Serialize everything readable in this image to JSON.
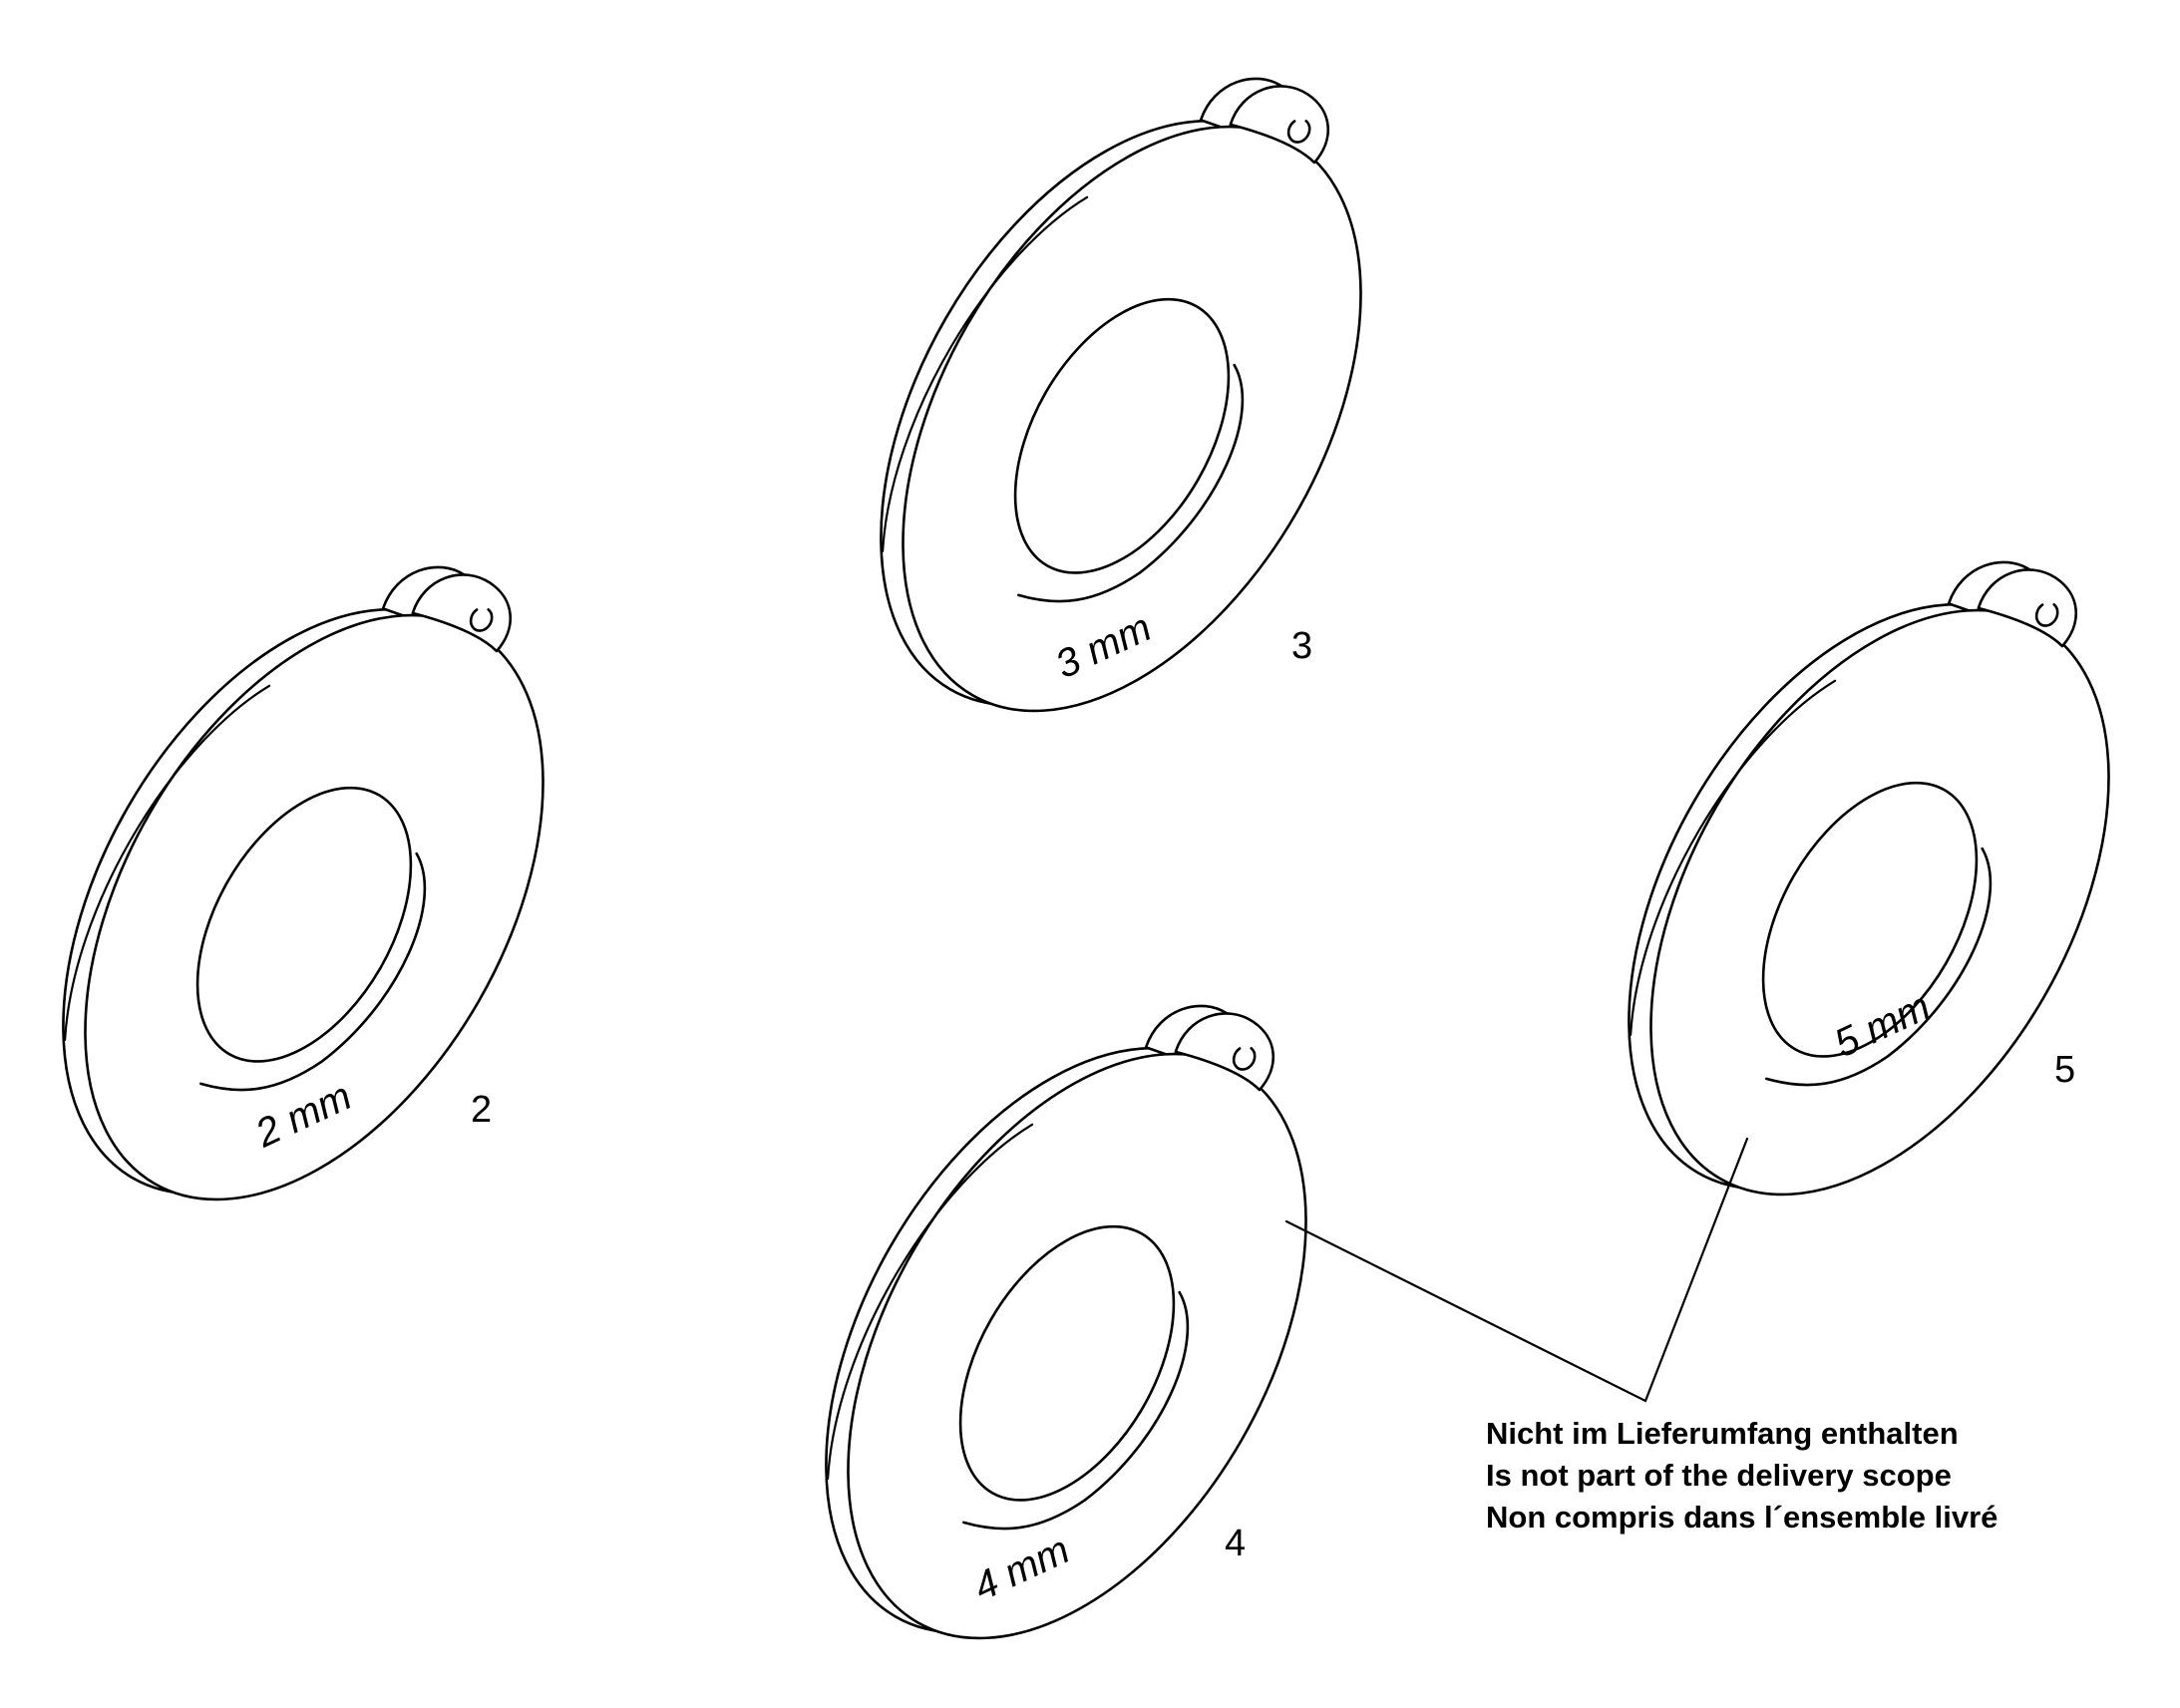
{
  "spacers": [
    {
      "id": "2",
      "size_label": "2 mm",
      "part_number": "2"
    },
    {
      "id": "3",
      "size_label": "3 mm",
      "part_number": "3"
    },
    {
      "id": "4",
      "size_label": "4 mm",
      "part_number": "4"
    },
    {
      "id": "5",
      "size_label": "5 mm",
      "part_number": "5"
    }
  ],
  "note": {
    "line_de": "Nicht im Lieferumfang enthalten",
    "line_en": "Is not part of the delivery scope",
    "line_fr": "Non compris dans l´ensemble livré"
  }
}
